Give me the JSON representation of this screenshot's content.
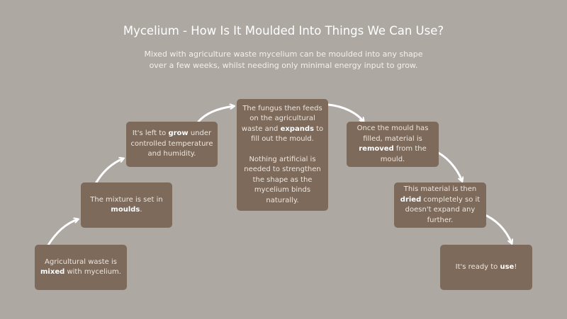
{
  "title": "Mycelium - How Is It Moulded Into Things We Can Use?",
  "subtitle": [
    "Mixed with agriculture waste mycelium can be moulded into any shape",
    "over a few weeks, whilst needing only minimal energy input to grow."
  ],
  "steps": [
    {
      "paras": [
        {
          "pre": "Agricultural waste is ",
          "bold": "mixed",
          "post": " with mycelium."
        }
      ]
    },
    {
      "paras": [
        {
          "pre": "The mixture is set in ",
          "bold": "moulds",
          "post": "."
        }
      ]
    },
    {
      "paras": [
        {
          "pre": "It's left to ",
          "bold": "grow",
          "post": " under controlled temperature and humidity."
        }
      ]
    },
    {
      "paras": [
        {
          "pre": "The fungus then feeds on the agricultural waste and ",
          "bold": "expands",
          "post": " to fill out the mould."
        },
        {
          "pre": "Nothing artificial is needed to strengthen the shape as the mycelium binds naturally.",
          "bold": "",
          "post": ""
        }
      ]
    },
    {
      "paras": [
        {
          "pre": "Once the mould has filled, material is ",
          "bold": "removed",
          "post": " from the mould."
        }
      ]
    },
    {
      "paras": [
        {
          "pre": "This material is then ",
          "bold": "dried",
          "post": " completely so it doesn't expand any further."
        }
      ]
    },
    {
      "paras": [
        {
          "pre": "It's ready to ",
          "bold": "use",
          "post": "!"
        }
      ]
    }
  ],
  "colors": {
    "background": "#aea8a3",
    "box": "#7d6a5a",
    "arrow": "#ffffff"
  }
}
